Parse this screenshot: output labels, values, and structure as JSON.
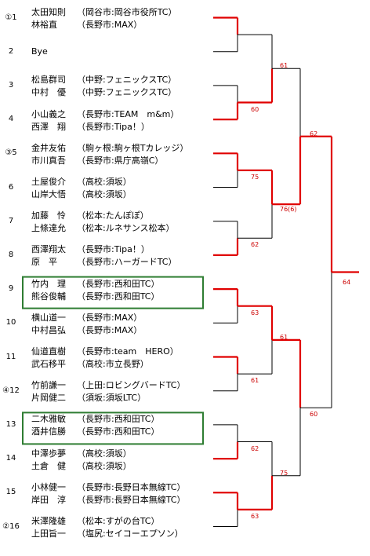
{
  "entries": [
    {
      "num": "①1",
      "players": [
        {
          "name": "太田知則",
          "club": "（岡谷市:岡谷市役所TC）"
        },
        {
          "name": "林裕直",
          "club": "（長野市:MAX）"
        }
      ]
    },
    {
      "num": "2",
      "players": [
        {
          "name": "Bye",
          "club": ""
        }
      ]
    },
    {
      "num": "3",
      "players": [
        {
          "name": "松島群司",
          "club": "（中野:フェニックスTC）"
        },
        {
          "name": "中村　優",
          "club": "（中野:フェニックスTC）"
        }
      ]
    },
    {
      "num": "4",
      "players": [
        {
          "name": "小山義之",
          "club": "（長野市:TEAM　m&m）"
        },
        {
          "name": "西澤　翔",
          "club": "（長野市:Tipa！）"
        }
      ]
    },
    {
      "num": "③5",
      "players": [
        {
          "name": "金井友佑",
          "club": "（駒ヶ根:駒ヶ根Tカレッジ）"
        },
        {
          "name": "市川真吾",
          "club": "（長野市:県庁高嶺C）"
        }
      ]
    },
    {
      "num": "6",
      "players": [
        {
          "name": "土屋俊介",
          "club": "（高校:須坂）"
        },
        {
          "name": "山岸大悟",
          "club": "（高校:須坂）"
        }
      ]
    },
    {
      "num": "7",
      "players": [
        {
          "name": "加藤　怜",
          "club": "（松本:たんぽぽ）"
        },
        {
          "name": "上條達允",
          "club": "（松本:ルネサンス松本）"
        }
      ]
    },
    {
      "num": "8",
      "players": [
        {
          "name": "西澤翔太",
          "club": "（長野市:Tipa！）"
        },
        {
          "name": "原　平",
          "club": "（長野市:ハーガードTC）"
        }
      ]
    },
    {
      "num": "9",
      "players": [
        {
          "name": "竹内　理",
          "club": "（長野市:西和田TC）"
        },
        {
          "name": "熊谷俊輔",
          "club": "（長野市:西和田TC）"
        }
      ]
    },
    {
      "num": "10",
      "players": [
        {
          "name": "横山道一",
          "club": "（長野市:MAX）"
        },
        {
          "name": "中村昌弘",
          "club": "（長野市:MAX）"
        }
      ]
    },
    {
      "num": "11",
      "players": [
        {
          "name": "仙道直樹",
          "club": "（長野市:team　HERO）"
        },
        {
          "name": "武石移平",
          "club": "（高校:市立長野）"
        }
      ]
    },
    {
      "num": "④12",
      "players": [
        {
          "name": "竹前謙一",
          "club": "（上田:ロビングバードTC）"
        },
        {
          "name": "片岡健二",
          "club": "（須坂:須坂LTC）"
        }
      ]
    },
    {
      "num": "13",
      "players": [
        {
          "name": "二木雅敏",
          "club": "（長野市:西和田TC）"
        },
        {
          "name": "酒井信勝",
          "club": "（長野市:西和田TC）"
        }
      ]
    },
    {
      "num": "14",
      "players": [
        {
          "name": "中澤歩夢",
          "club": "（高校:須坂）"
        },
        {
          "name": "土倉　健",
          "club": "（高校:須坂）"
        }
      ]
    },
    {
      "num": "15",
      "players": [
        {
          "name": "小林健一",
          "club": "（長野市:長野日本無線TC）"
        },
        {
          "name": "岸田　淳",
          "club": "（長野市:長野日本無線TC）"
        }
      ]
    },
    {
      "num": "②16",
      "players": [
        {
          "name": "米澤隆雄",
          "club": "（松本:すがの台TC）"
        },
        {
          "name": "上田旨一",
          "club": "（塩尻:セイコーエプソン）"
        }
      ]
    }
  ],
  "scores": {
    "r1": [
      "",
      "60",
      "75",
      "62",
      "63",
      "61",
      "62",
      "63"
    ],
    "r2": [
      "61",
      "76(6)",
      "61",
      "75"
    ],
    "r3": [
      "62",
      "60"
    ],
    "final": "64"
  },
  "colors": {
    "winner_line": "#e00000",
    "line": "#000000",
    "highlight_box": "#2e7d32",
    "score_text": "#cc0000"
  }
}
